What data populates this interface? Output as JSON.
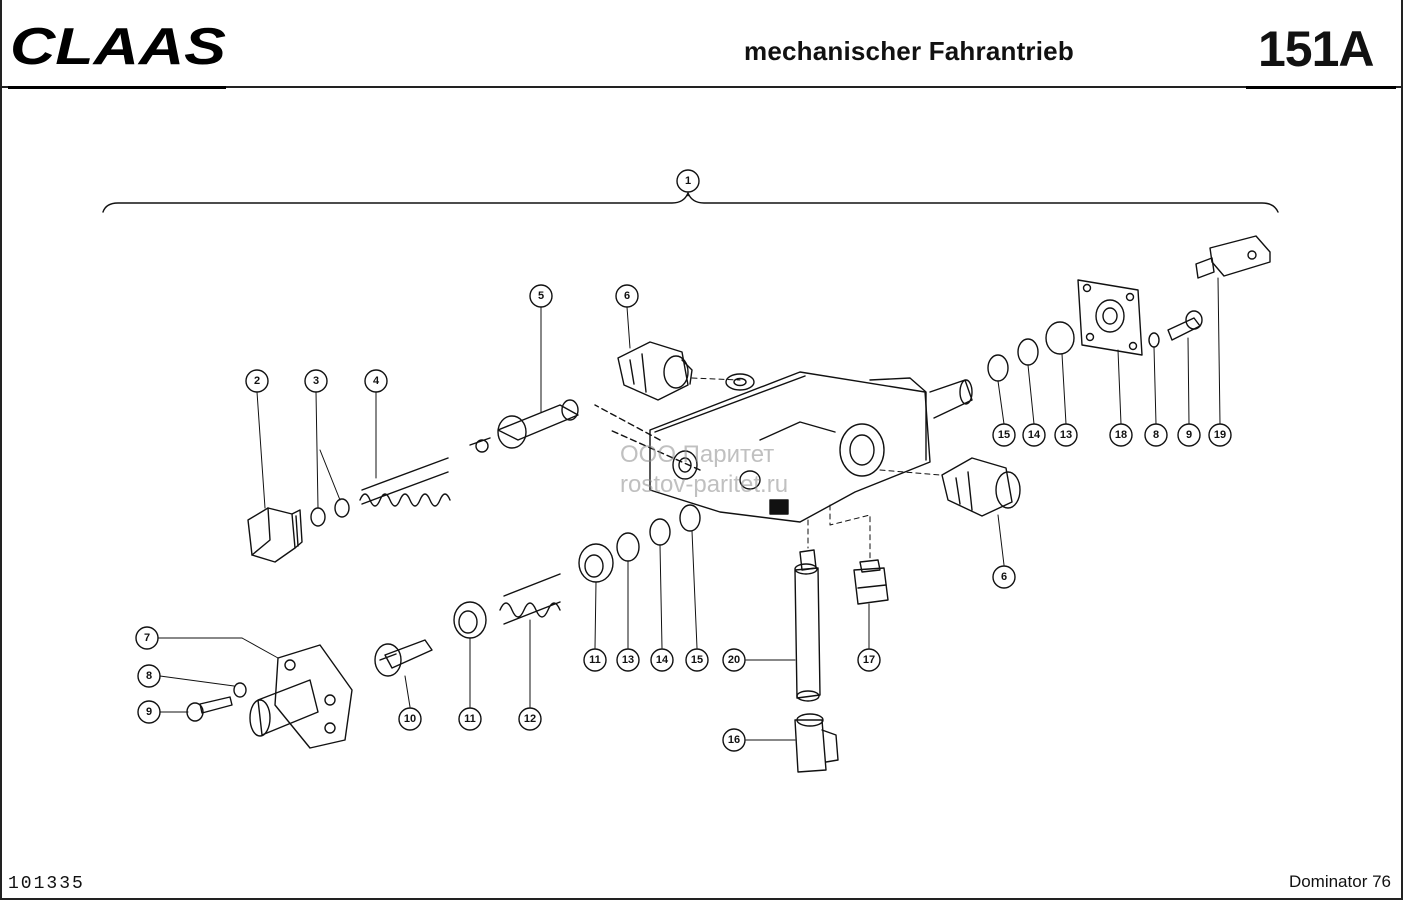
{
  "header": {
    "brand": "CLAAS",
    "title": "mechanischer Fahrantrieb",
    "page_number": "151A"
  },
  "footer": {
    "document_number": "101335",
    "model": "Dominator 76"
  },
  "watermark": {
    "line1": "ООО Паритет",
    "line2": "rostov-paritet.ru"
  },
  "callouts": [
    "1",
    "2",
    "3",
    "4",
    "5",
    "6",
    "6",
    "7",
    "8",
    "8",
    "9",
    "9",
    "10",
    "11",
    "11",
    "12",
    "13",
    "13",
    "14",
    "14",
    "15",
    "15",
    "16",
    "17",
    "18",
    "19",
    "20"
  ]
}
